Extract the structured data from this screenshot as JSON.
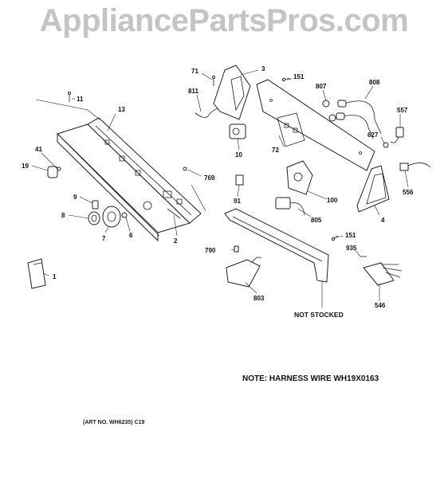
{
  "watermark": "AppliancePartsPros.com",
  "note": "NOTE: HARNESS WIRE WH19X0163",
  "art_no": "(ART NO. WH6235) C19",
  "not_stocked": "NOT STOCKED",
  "part_labels": {
    "p1": "1",
    "p2": "2",
    "p3": "3",
    "p4": "4",
    "p6": "6",
    "p7": "7",
    "p8": "8",
    "p9": "9",
    "p10": "10",
    "p11": "11",
    "p13": "13",
    "p19": "19",
    "p41": "41",
    "p71": "71",
    "p72": "72",
    "p91": "91",
    "p100": "100",
    "p151a": "151",
    "p151b": "151",
    "p546": "546",
    "p556": "556",
    "p557": "557",
    "p627": "627",
    "p769": "769",
    "p790": "790",
    "p803": "803",
    "p805": "805",
    "p807": "807",
    "p808": "808",
    "p811": "811",
    "p935": "935"
  }
}
